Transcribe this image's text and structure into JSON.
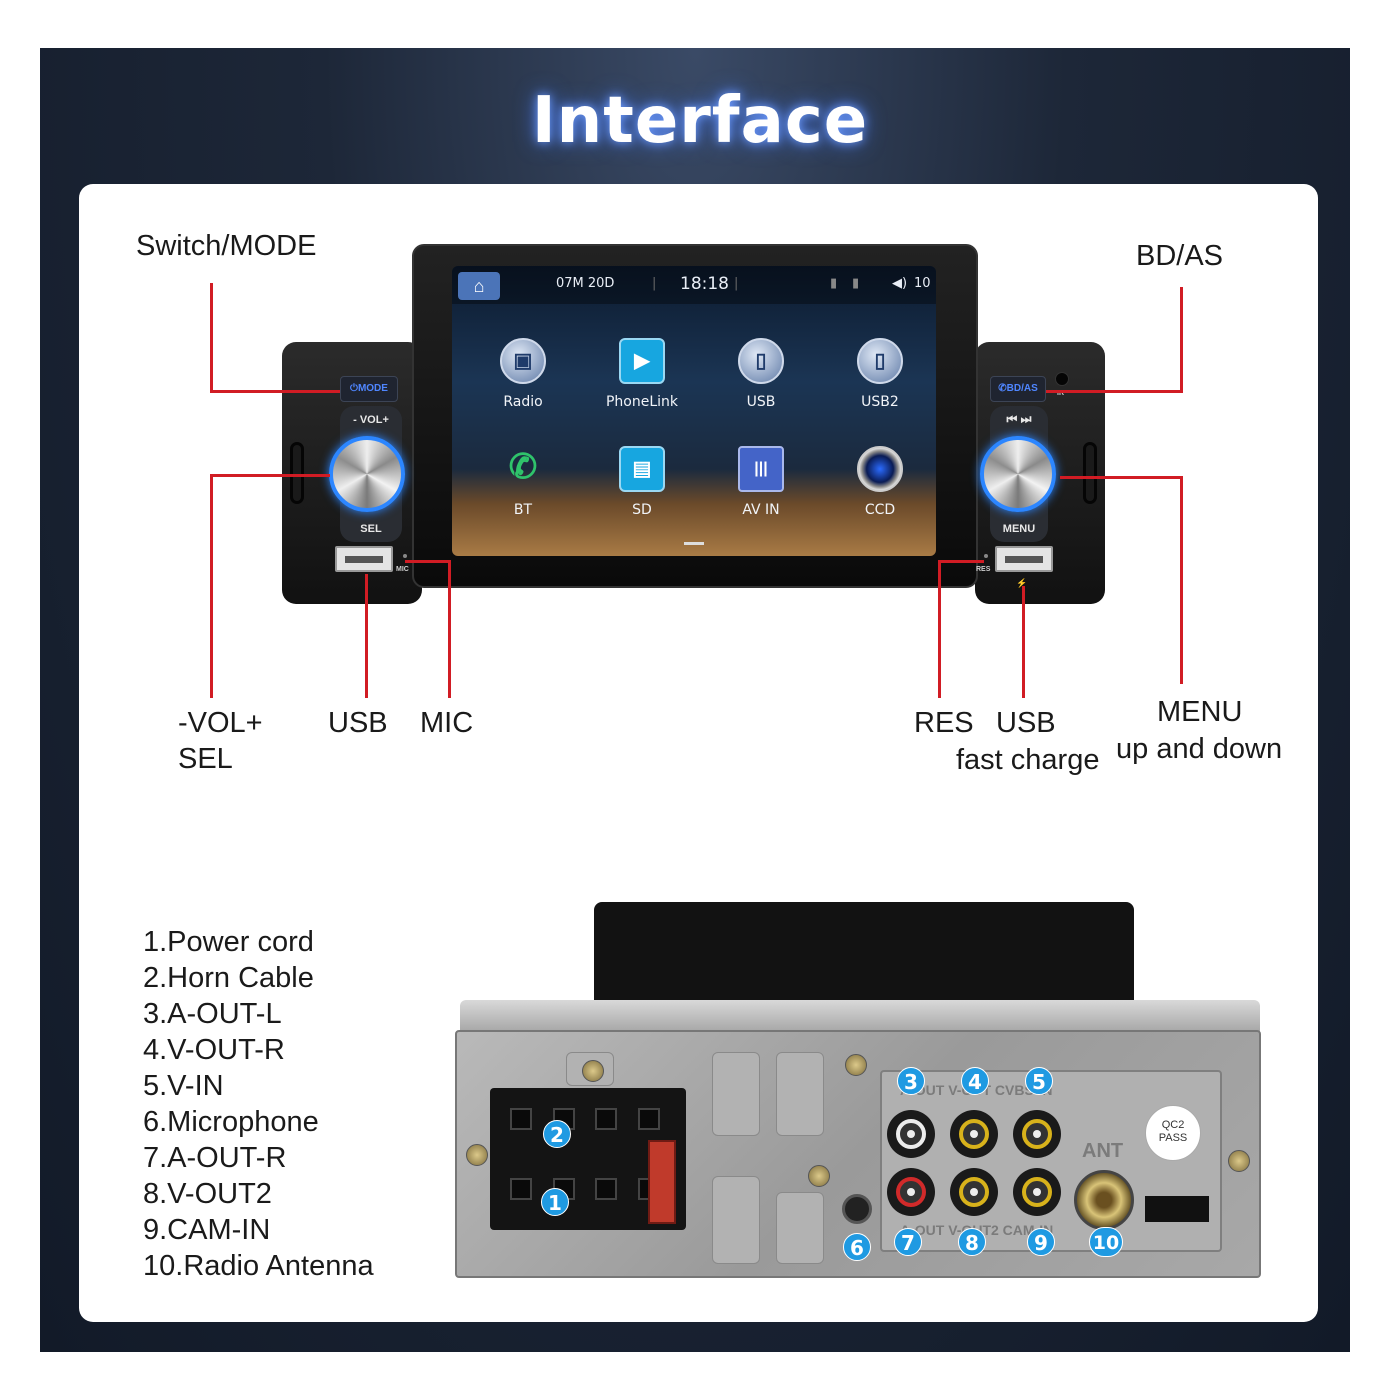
{
  "title": "Interface",
  "callouts": {
    "switch_mode": "Switch/MODE",
    "bd_as": "BD/AS",
    "vol": "-VOL+",
    "sel": "SEL",
    "usb_left": "USB",
    "mic": "MIC",
    "res": "RES",
    "usb_right": "USB",
    "fast_charge": "fast charge",
    "menu": "MENU",
    "up_down": "up and down"
  },
  "screen": {
    "date": "07M 20D",
    "time": "18:18",
    "volume": "10",
    "apps": [
      {
        "label": "Radio",
        "icon": "radio-icon"
      },
      {
        "label": "PhoneLink",
        "icon": "phonelink-icon"
      },
      {
        "label": "USB",
        "icon": "usb-icon"
      },
      {
        "label": "USB2",
        "icon": "usb2-icon"
      },
      {
        "label": "BT",
        "icon": "phone-icon"
      },
      {
        "label": "SD",
        "icon": "sd-card-icon"
      },
      {
        "label": "AV IN",
        "icon": "av-in-icon"
      },
      {
        "label": "CCD",
        "icon": "camera-icon"
      }
    ]
  },
  "panel": {
    "mode_btn": "MODE",
    "vol_lbl": "- VOL+",
    "sel_lbl": "SEL",
    "mic_tiny": "MIC",
    "bd_btn": "BD/AS",
    "ir_tiny": "IR",
    "menu_lbl": "MENU",
    "res_tiny": "RES"
  },
  "back": {
    "ant_label": "ANT",
    "top_print": "A-OUT  V-OUT  CVBS-IN",
    "bottom_print": "A-OUT  V-OUT2  CAM-IN",
    "sticker": "QC2 PASS",
    "markers": [
      "1",
      "2",
      "3",
      "4",
      "5",
      "6",
      "7",
      "8",
      "9",
      "10"
    ]
  },
  "legend": [
    "1.Power cord",
    "2.Horn Cable",
    "3.A-OUT-L",
    "4.V-OUT-R",
    "5.V-IN",
    "6.Microphone",
    "7.A-OUT-R",
    "8.V-OUT2",
    "9.CAM-IN",
    "10.Radio Antenna"
  ],
  "colors": {
    "accent_blue": "#2c86ff",
    "callout_red": "#d11c24",
    "marker_blue": "#1f9ae2"
  }
}
